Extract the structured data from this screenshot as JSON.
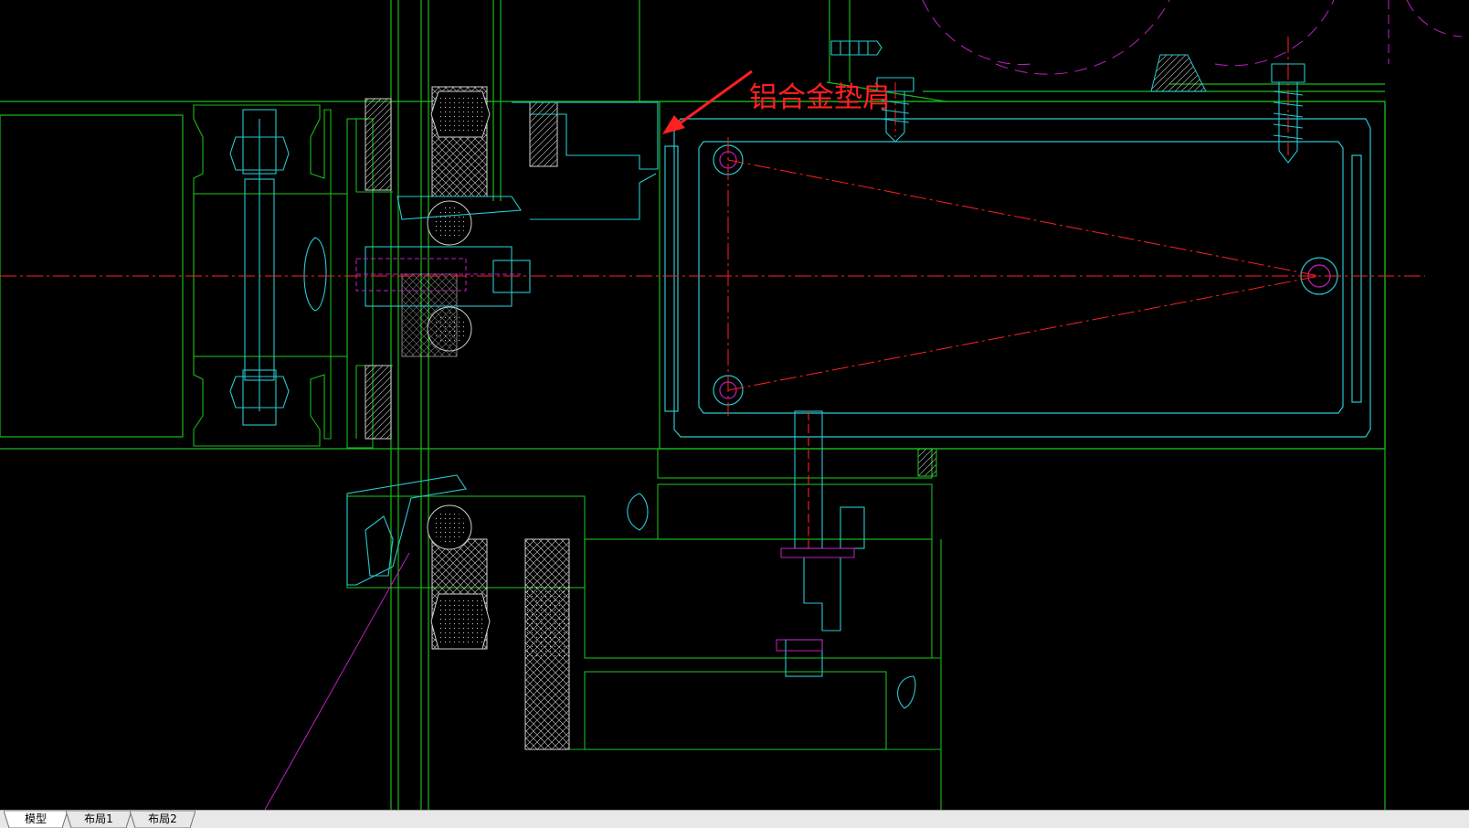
{
  "drawing": {
    "annotation": "铝合金垫肩",
    "annotation_color": "#ff2020"
  },
  "tabs": [
    {
      "label": "模型",
      "active": true
    },
    {
      "label": "布局1",
      "active": false
    },
    {
      "label": "布局2",
      "active": false
    }
  ],
  "colors": {
    "background": "#000000",
    "outline_green": "#19b919",
    "profile_cyan": "#28c8d0",
    "centerline_red": "#ff2020",
    "magenta": "#c020c0",
    "hatch_white": "#d8d8d8"
  }
}
